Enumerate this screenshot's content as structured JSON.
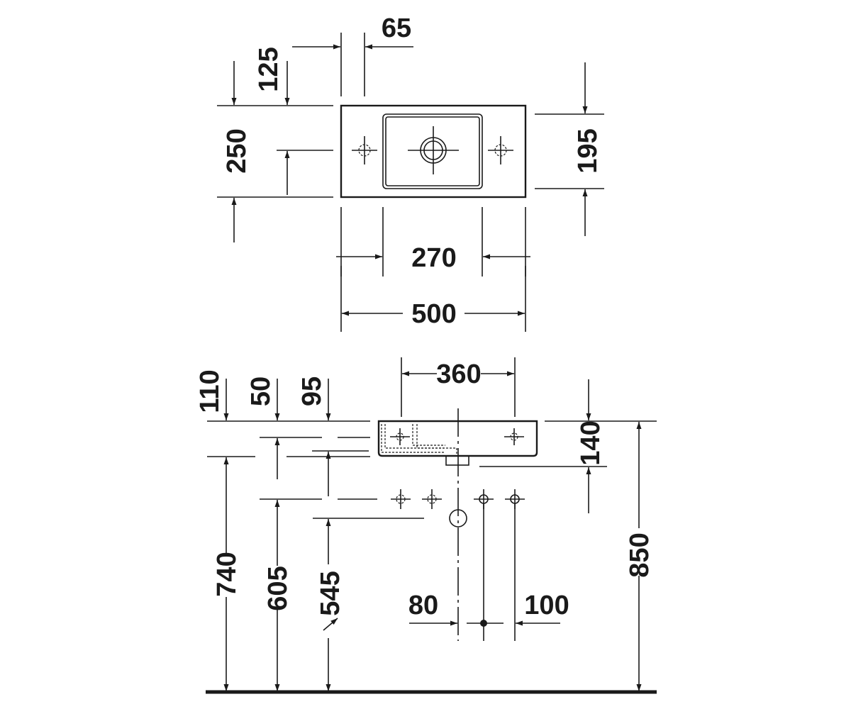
{
  "top_view": {
    "dims": {
      "d65": "65",
      "d125": "125",
      "d250": "250",
      "d195": "195",
      "d270": "270",
      "d500": "500"
    }
  },
  "front_view": {
    "dims": {
      "d360": "360",
      "d110": "110",
      "d50": "50",
      "d95": "95",
      "d140": "140",
      "d850": "850",
      "d740": "740",
      "d605": "605",
      "d545": "545",
      "d80": "80",
      "d100": "100"
    }
  }
}
